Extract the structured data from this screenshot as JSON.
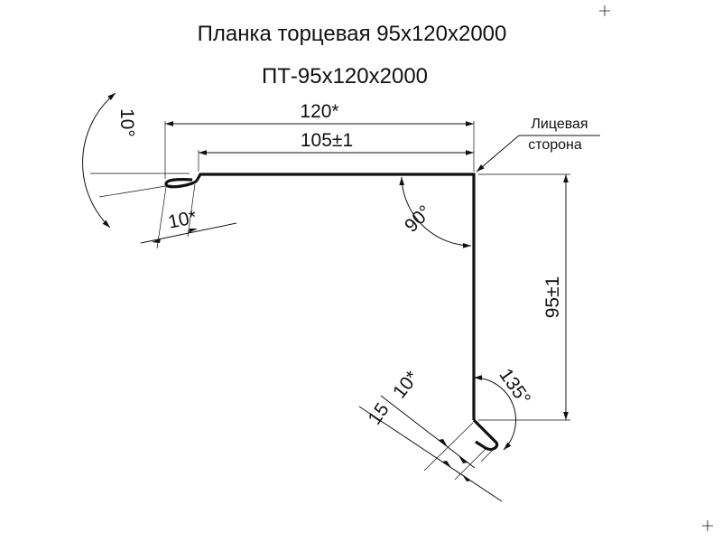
{
  "title": "Планка торцевая 95х120х2000",
  "code": "ПТ-95х120х2000",
  "dimensions": {
    "overall_width": "120*",
    "flat_width": "105±1",
    "top_hem_angle": "10°",
    "top_hem_length": "10*",
    "corner_angle": "90°",
    "height": "95±1",
    "bottom_hem_length": "10*",
    "bottom_flange": "15",
    "bottom_angle": "135°"
  },
  "note": {
    "line1": "Лицевая",
    "line2": "сторона"
  },
  "colors": {
    "ink": "#111111",
    "background": "#ffffff"
  }
}
